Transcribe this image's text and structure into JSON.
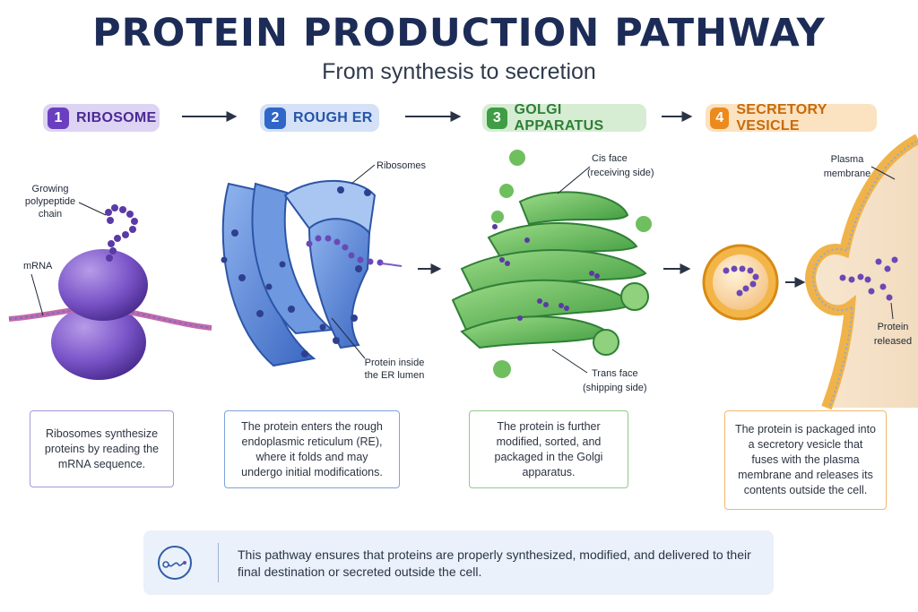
{
  "title": "PROTEIN PRODUCTION PATHWAY",
  "subtitle": "From synthesis to secretion",
  "steps": [
    {
      "num": "1",
      "label": "RIBOSOME",
      "color": "#6a3fbf",
      "description": "Ribosomes synthesize proteins by reading the mRNA sequence."
    },
    {
      "num": "2",
      "label": "ROUGH ER",
      "color": "#2f66c8",
      "description": "The protein enters the rough endoplasmic reticulum (RE), where it folds and may undergo initial modifications."
    },
    {
      "num": "3",
      "label": "GOLGI APPARATUS",
      "color": "#3f9d45",
      "description": "The protein is further modified, sorted, and packaged in the Golgi apparatus."
    },
    {
      "num": "4",
      "label": "SECRETORY VESICLE",
      "color": "#ec8a1c",
      "description": "The protein is packaged into a secretory vesicle that fuses with the plasma membrane and releases its contents outside the cell."
    }
  ],
  "annotations": {
    "growing_chain": [
      "Growing",
      "polypeptide",
      "chain"
    ],
    "mrna": "mRNA",
    "ribosomes": "Ribosomes",
    "protein_lumen": [
      "Protein inside",
      "the ER lumen"
    ],
    "cis_face": [
      "Cis face",
      "(receiving side)"
    ],
    "trans_face": [
      "Trans face",
      "(shipping side)"
    ],
    "plasma_membrane": [
      "Plasma",
      "membrane"
    ],
    "protein_released": [
      "Protein",
      "released"
    ]
  },
  "footer": {
    "text": "This pathway ensures that proteins are properly synthesized, modified, and delivered to their final destination or secreted outside the cell.",
    "icon": "pathway-icon"
  }
}
